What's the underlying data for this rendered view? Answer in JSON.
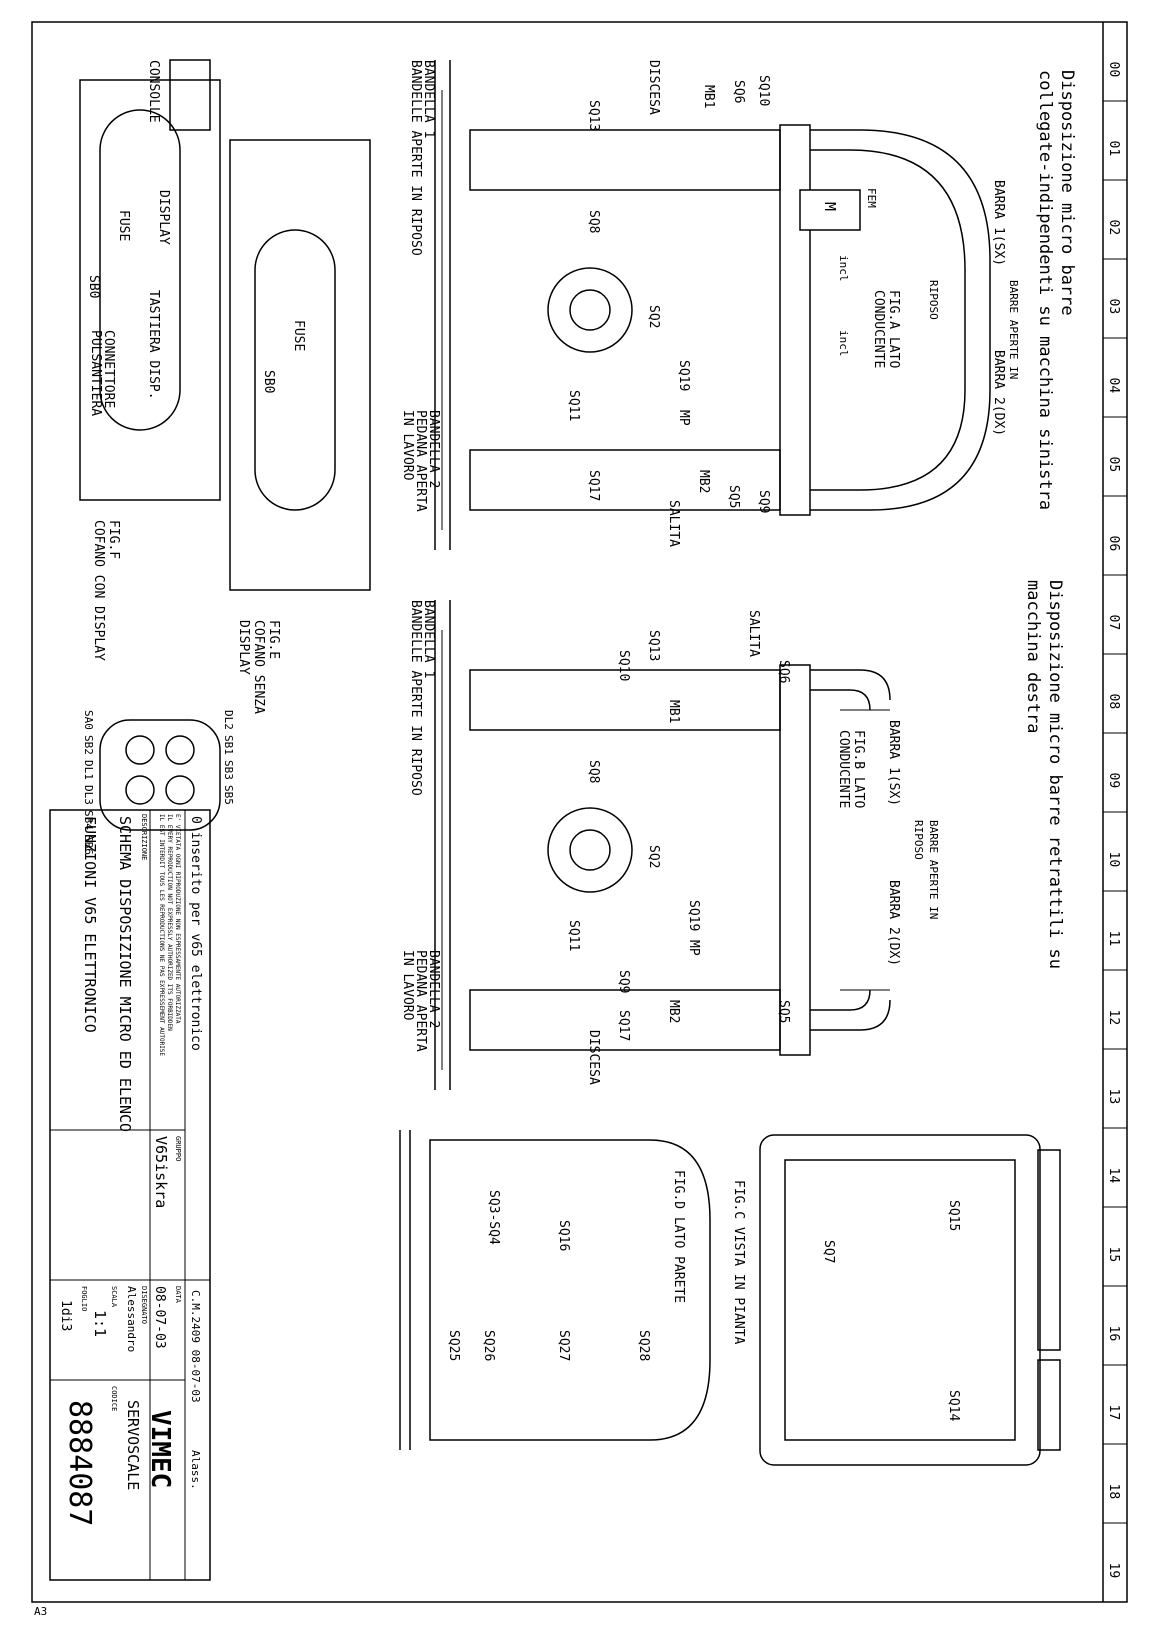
{
  "ruler": [
    "00",
    "01",
    "02",
    "03",
    "04",
    "05",
    "06",
    "07",
    "08",
    "09",
    "10",
    "11",
    "12",
    "13",
    "14",
    "15",
    "16",
    "17",
    "18",
    "19"
  ],
  "fig_a": {
    "heading_line1": "Disposizione micro barre",
    "heading_line2": "collegate-indipendenti su macchina sinistra",
    "title": "FIG.A LATO",
    "title2": "CONDUCENTE",
    "barra1": "BARRA 1(SX)",
    "barra2": "BARRA 2(DX)",
    "barre_aperte": "BARRE APERTE IN",
    "riposo": "RIPOSO",
    "fem": "FEM",
    "motor": "M",
    "incl": "incl",
    "discesa": "DISCESA",
    "salita": "SALITA",
    "bandella1": "BANDELLA 1",
    "bandelle_aperte": "BANDELLE APERTE IN RIPOSO",
    "bandella2": "BANDELLA 2",
    "pedana_aperta": "PEDANA APERTA",
    "in_lavoro": "IN LAVORO",
    "sq10": "SQ10",
    "sq6": "SQ6",
    "mb1": "MB1",
    "sq13": "SQ13",
    "sq8": "SQ8",
    "sq2": "SQ2",
    "sq19": "SQ19",
    "mp": "MP",
    "sq11": "SQ11",
    "sq9": "SQ9",
    "sq5": "SQ5",
    "mb2": "MB2",
    "sq17": "SQ17"
  },
  "fig_b": {
    "heading_line1": "Disposizione micro barre retrattili su",
    "heading_line2": "macchina destra",
    "title": "FIG.B LATO",
    "title2": "CONDUCENTE",
    "barra1": "BARRA 1(SX)",
    "barra2": "BARRA 2(DX)",
    "barre_aperte": "BARRE APERTE IN",
    "riposo": "RIPOSO",
    "salita": "SALITA",
    "discesa": "DISCESA",
    "bandella1": "BANDELLA 1",
    "bandelle_aperte": "BANDELLE APERTE IN RIPOSO",
    "bandella2": "BANDELLA 2",
    "pedana_aperta": "PEDANA APERTA",
    "in_lavoro": "IN LAVORO",
    "sq6": "SQ6",
    "sq13": "SQ13",
    "sq10": "SQ10",
    "mb1": "MB1",
    "sq8": "SQ8",
    "sq2": "SQ2",
    "sq19": "SQ19",
    "mp": "MP",
    "sq11": "SQ11",
    "sq9": "SQ9",
    "mb2": "MB2",
    "sq17": "SQ17",
    "sq5": "SQ5"
  },
  "fig_c": {
    "title": "FIG.C VISTA IN PIANTA",
    "sq15": "SQ15",
    "sq7": "SQ7",
    "sq14": "SQ14"
  },
  "fig_d": {
    "title": "FIG.D LATO PARETE",
    "sq16": "SQ16",
    "sq3_4": "SQ3-SQ4",
    "sq28": "SQ28",
    "sq27": "SQ27",
    "sq26": "SQ26",
    "sq25": "SQ25"
  },
  "fig_e": {
    "title": "FIG.E",
    "line2": "COFANO SENZA",
    "line3": "DISPLAY",
    "fuse": "FUSE",
    "sb0": "SB0",
    "consolle": "CONSOLLE"
  },
  "fig_f": {
    "title": "FIG.F",
    "line2": "COFANO CON DISPLAY",
    "display": "DISPLAY",
    "fuse": "FUSE",
    "tastiera": "TASTIERA DISP.",
    "connettore": "CONNETTORE",
    "pulsantiera": "PULSANTIERA",
    "sb0": "SB0"
  },
  "pendant": {
    "dl2": "DL2",
    "sb1": "SB1",
    "sb3": "SB3",
    "sb5": "SB5",
    "sa0": "SA0",
    "sb2": "SB2",
    "dl1": "DL1",
    "dl3": "DL3",
    "sb4": "SB4",
    "sb6": "SB6"
  },
  "title_block": {
    "revision": "0 inserito per v65 elettronico",
    "cm": "C.M.2409 08-07-03",
    "cm_sign": "Alass.",
    "legal1": "E' VIETATA OGNI RIPRODUZIONE NON ESPRESSAMENTE AUTORIZZATA",
    "legal2": "IL EVERY REPRODUCTION NOT EXPRESSLY AUTHORIZED ITS FORBIDDEN",
    "legal3": "IL EST INTERDIT TOUS LES REPRODUCTIONS NE PAS EXPRESSEMENT AUTORISE",
    "gruppo_label": "GRUPPO",
    "gruppo": "V65iskra",
    "data_label": "DATA",
    "data": "08-07-03",
    "descrizione_label": "DESCRIZIONE",
    "desc1": "SCHEMA DISPOSIZIONE MICRO ED ELENCO",
    "desc2": "FUNZIONI V65 ELETTRONICO",
    "disegnato_label": "DISEGNATO",
    "disegnato": "Alessandro",
    "scala_label": "SCALA",
    "scala": "1:1",
    "foglio_label": "FOGLIO",
    "foglio": "1di3",
    "codice_label": "CODICE",
    "codice": "8884087",
    "brand": "VIMEC",
    "brand2": "SERVOSCALE",
    "format": "A3"
  }
}
